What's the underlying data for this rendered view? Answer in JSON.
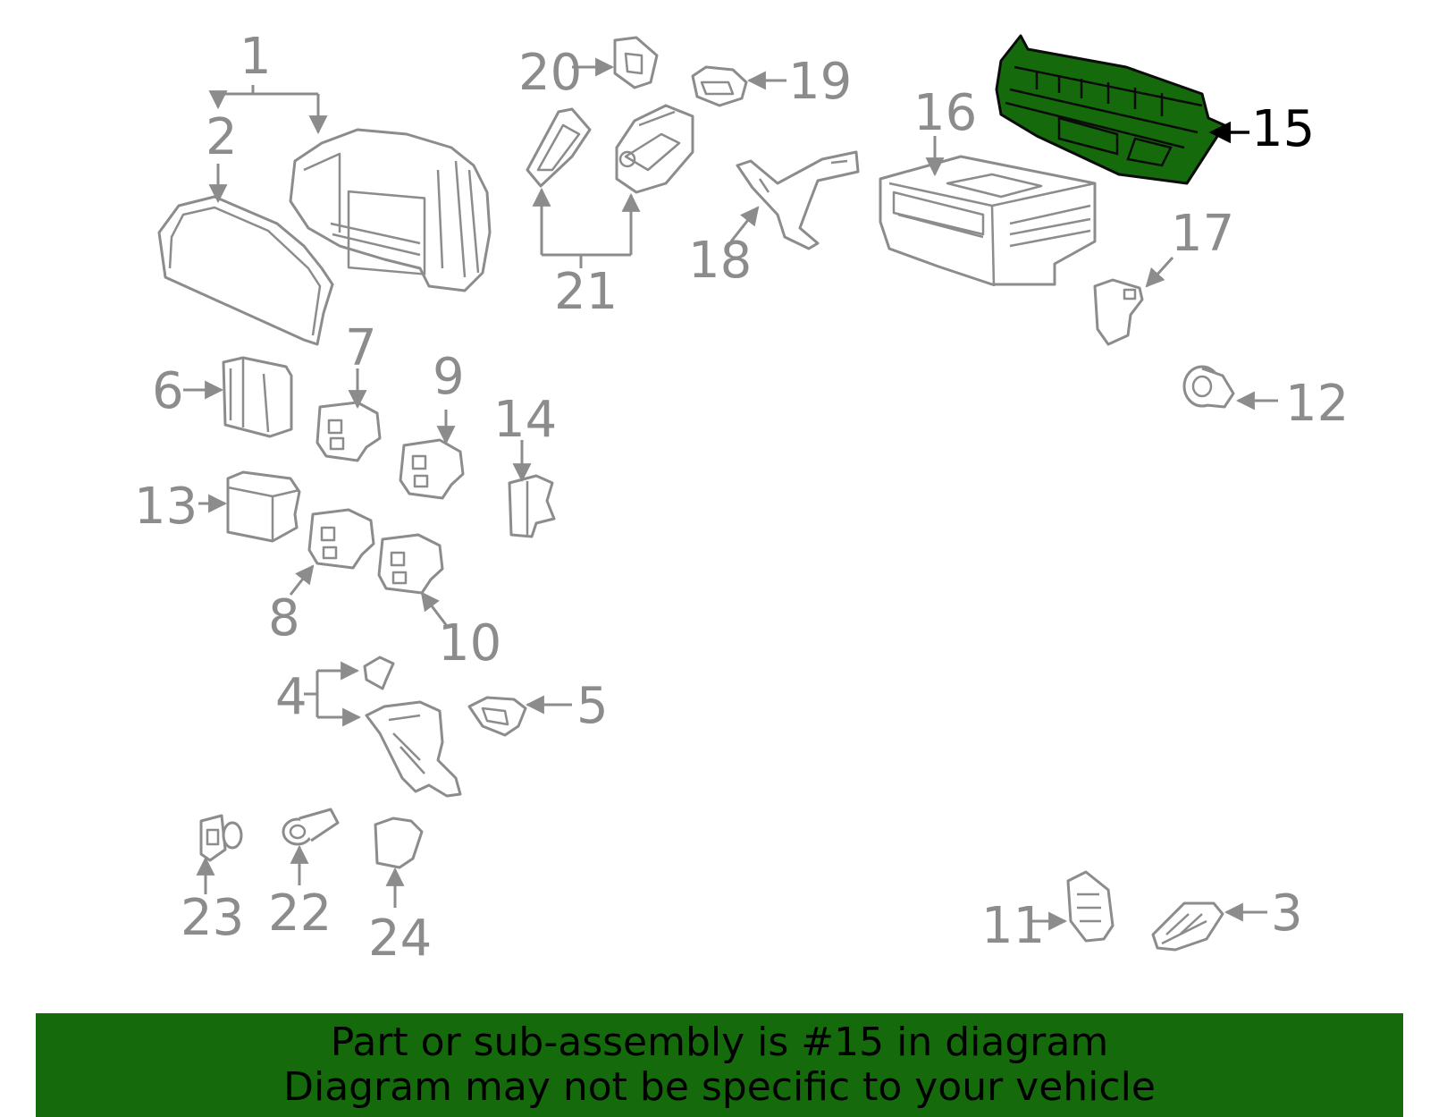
{
  "diagram": {
    "callouts": [
      "1",
      "2",
      "3",
      "4",
      "5",
      "6",
      "7",
      "8",
      "9",
      "10",
      "11",
      "12",
      "13",
      "14",
      "15",
      "16",
      "17",
      "18",
      "19",
      "20",
      "21",
      "22",
      "23",
      "24"
    ],
    "highlighted_callout": "15",
    "colors": {
      "highlight": "#156b0c",
      "line": "#8c8c8c",
      "highlight_line": "#000000"
    }
  },
  "banner": {
    "line1": "Part or sub-assembly is #15 in diagram",
    "line2": "Diagram may not be specific to your vehicle"
  }
}
